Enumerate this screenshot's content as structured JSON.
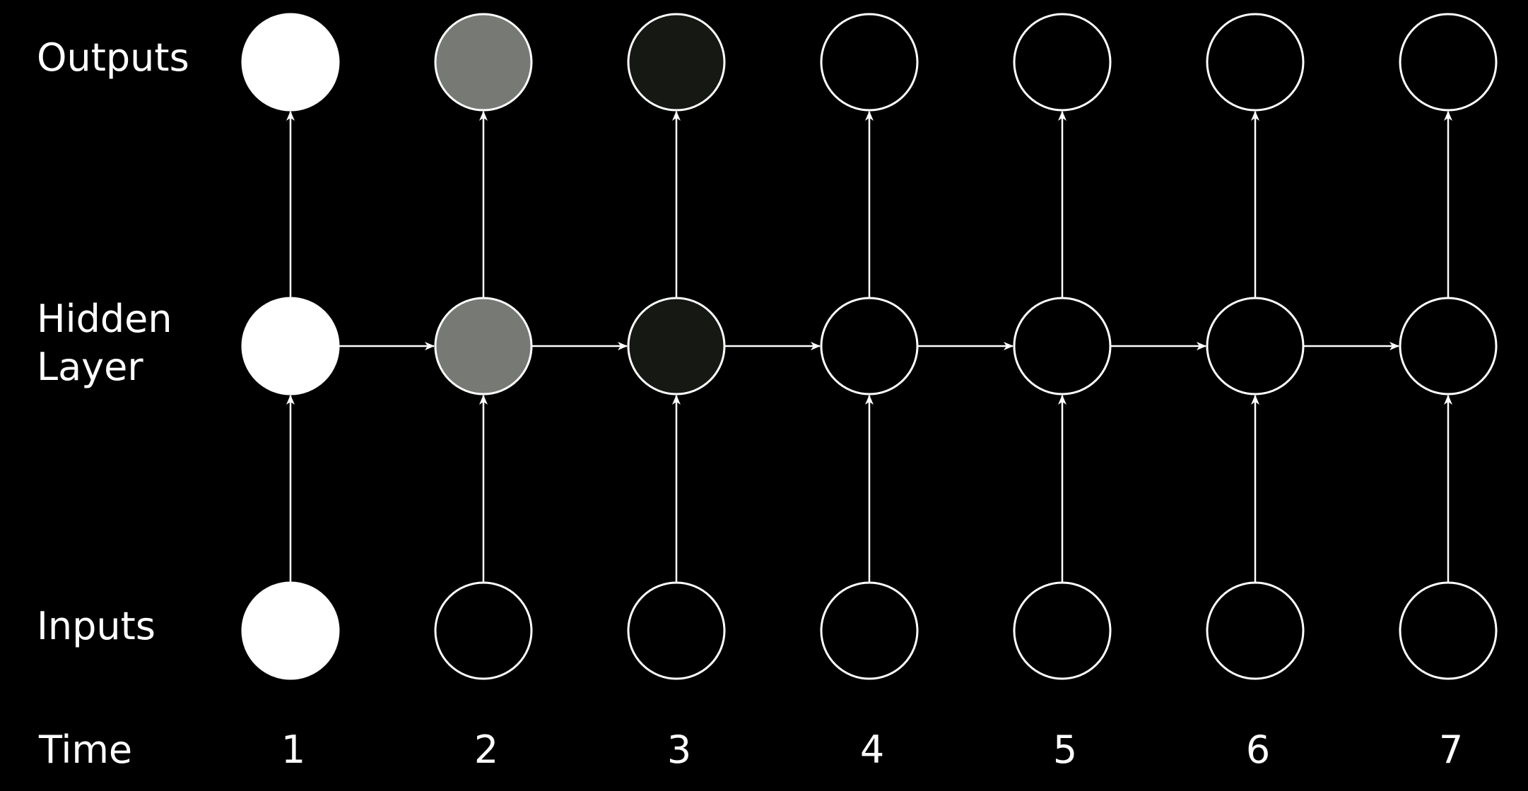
{
  "labels": {
    "outputs": "Outputs",
    "hidden_line1": "Hidden",
    "hidden_line2": "Layer",
    "inputs": "Inputs",
    "time": "Time"
  },
  "time_steps": [
    "1",
    "2",
    "3",
    "4",
    "5",
    "6",
    "7"
  ],
  "node_fills": {
    "inputs": [
      "#ffffff",
      "#000000",
      "#000000",
      "#000000",
      "#000000",
      "#000000",
      "#000000"
    ],
    "hidden": [
      "#ffffff",
      "#777a74",
      "#161813",
      "#000000",
      "#000000",
      "#000000",
      "#000000"
    ],
    "outputs": [
      "#ffffff",
      "#777a74",
      "#161813",
      "#000000",
      "#000000",
      "#000000",
      "#000000"
    ]
  },
  "colors": {
    "background": "#000000",
    "stroke": "#ffffff"
  }
}
